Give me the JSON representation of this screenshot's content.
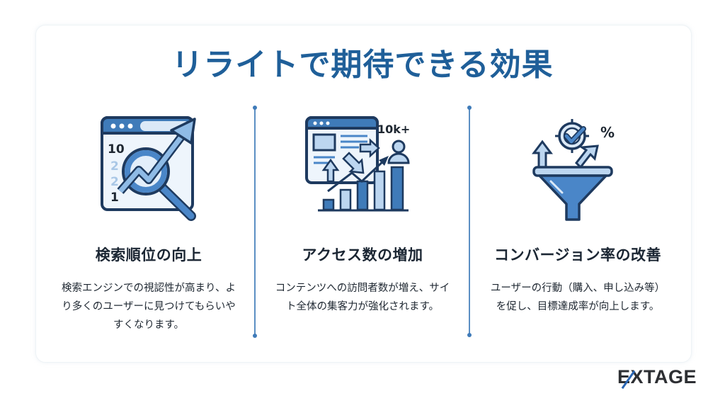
{
  "title": "リライトで期待できる効果",
  "columns": [
    {
      "icon": "search-ranking-icon",
      "heading": "検索順位の向上",
      "description": "検索エンジンでの視認性が高まり、より多くのユーザーに見つけてもらいやすくなります。",
      "icon_labels": [
        "10",
        "2",
        "2",
        "1"
      ]
    },
    {
      "icon": "traffic-growth-icon",
      "heading": "アクセス数の増加",
      "description": "コンテンツへの訪問者数が増え、サイト全体の集客力が強化されます。",
      "icon_labels": [
        "10k+"
      ]
    },
    {
      "icon": "conversion-funnel-icon",
      "heading": "コンバージョン率の改善",
      "description": "ユーザーの行動（購入、申し込み等）を促し、目標達成率が向上します。",
      "icon_labels": [
        "%"
      ]
    }
  ],
  "logo": {
    "text": "EXTAGE"
  },
  "colors": {
    "title": "#1f5f99",
    "accent": "#3f7bb9",
    "icon_dark": "#1e3a5f",
    "icon_mid": "#4a86c8",
    "icon_light": "#cfe2f5"
  }
}
